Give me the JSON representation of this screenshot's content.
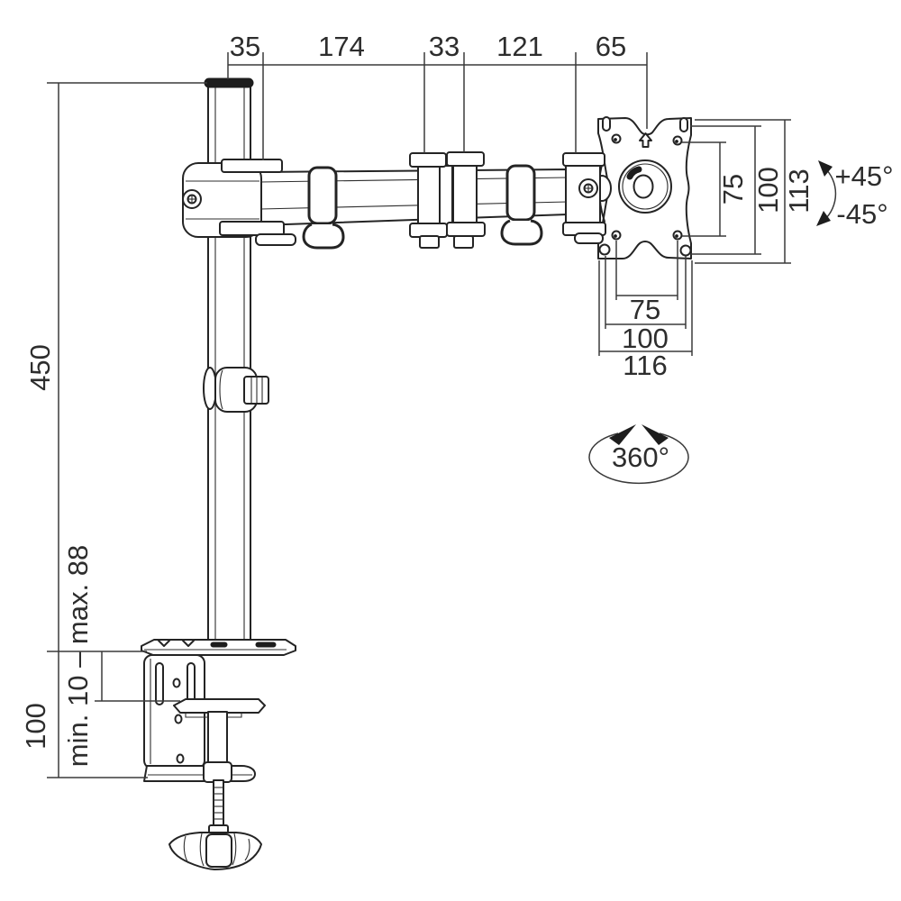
{
  "diagram": {
    "top_dims": {
      "pole_diameter": "35",
      "arm_segment_1": "174",
      "joint_width": "33",
      "arm_segment_2": "121",
      "head_offset": "65"
    },
    "left_dims": {
      "pole_height": "450",
      "clamp_height": "100",
      "desk_thickness_range": "min. 10 – max. 88"
    },
    "vesa_right_dims": {
      "hole_pitch": "75",
      "plate_pitch": "100",
      "overall_height": "113"
    },
    "vesa_bottom_dims": {
      "hole_pitch": "75",
      "plate_pitch": "100",
      "overall_width": "116"
    },
    "rotation": {
      "tilt_up": "+45°",
      "tilt_down": "-45°",
      "swivel": "360°"
    }
  }
}
